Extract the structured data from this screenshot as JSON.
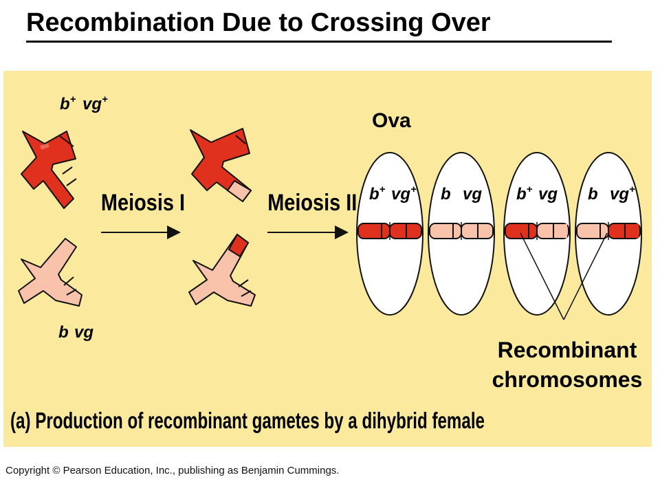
{
  "title": "Recombination Due to Crossing Over",
  "labels": {
    "parent_top": {
      "g1": "b",
      "g2": "vg",
      "sup": "+"
    },
    "parent_bottom": {
      "g1": "b",
      "g2": "vg"
    },
    "meiosis1": "Meiosis I",
    "meiosis2": "Meiosis II",
    "ova": "Ova",
    "recombinant_line1": "Recombinant",
    "recombinant_line2": "chromosomes",
    "caption": "(a) Production of recombinant gametes by a dihybrid female"
  },
  "ova": [
    {
      "g1": "b",
      "g1_sup": "+",
      "g2": "vg",
      "g2_sup": "+",
      "recombinant": false
    },
    {
      "g1": "b",
      "g1_sup": "",
      "g2": "vg",
      "g2_sup": "",
      "recombinant": false
    },
    {
      "g1": "b",
      "g1_sup": "+",
      "g2": "vg",
      "g2_sup": "",
      "recombinant": true
    },
    {
      "g1": "b",
      "g1_sup": "",
      "g2": "vg",
      "g2_sup": "+",
      "recombinant": true
    }
  ],
  "copyright": "Copyright © Pearson Education, Inc., publishing as Benjamin Cummings.",
  "colors": {
    "panel": "#fbea9d",
    "red_chromosome": "#e0301e",
    "pink_chromosome": "#f8c3aa",
    "outline": "#111111"
  }
}
